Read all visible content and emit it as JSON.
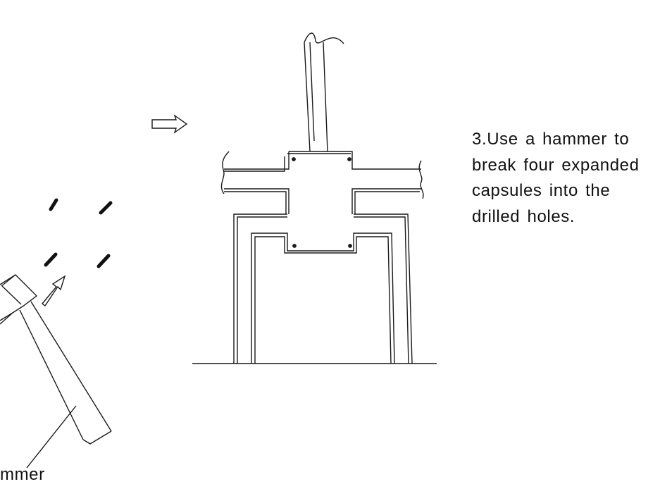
{
  "instruction": {
    "lines": [
      "3.Use a hammer to",
      "break four expanded",
      "capsules into the",
      "drilled holes."
    ]
  },
  "labels": {
    "hammer": "mmer"
  },
  "colors": {
    "line": "#1a1a1a",
    "capsule": "#111111"
  }
}
